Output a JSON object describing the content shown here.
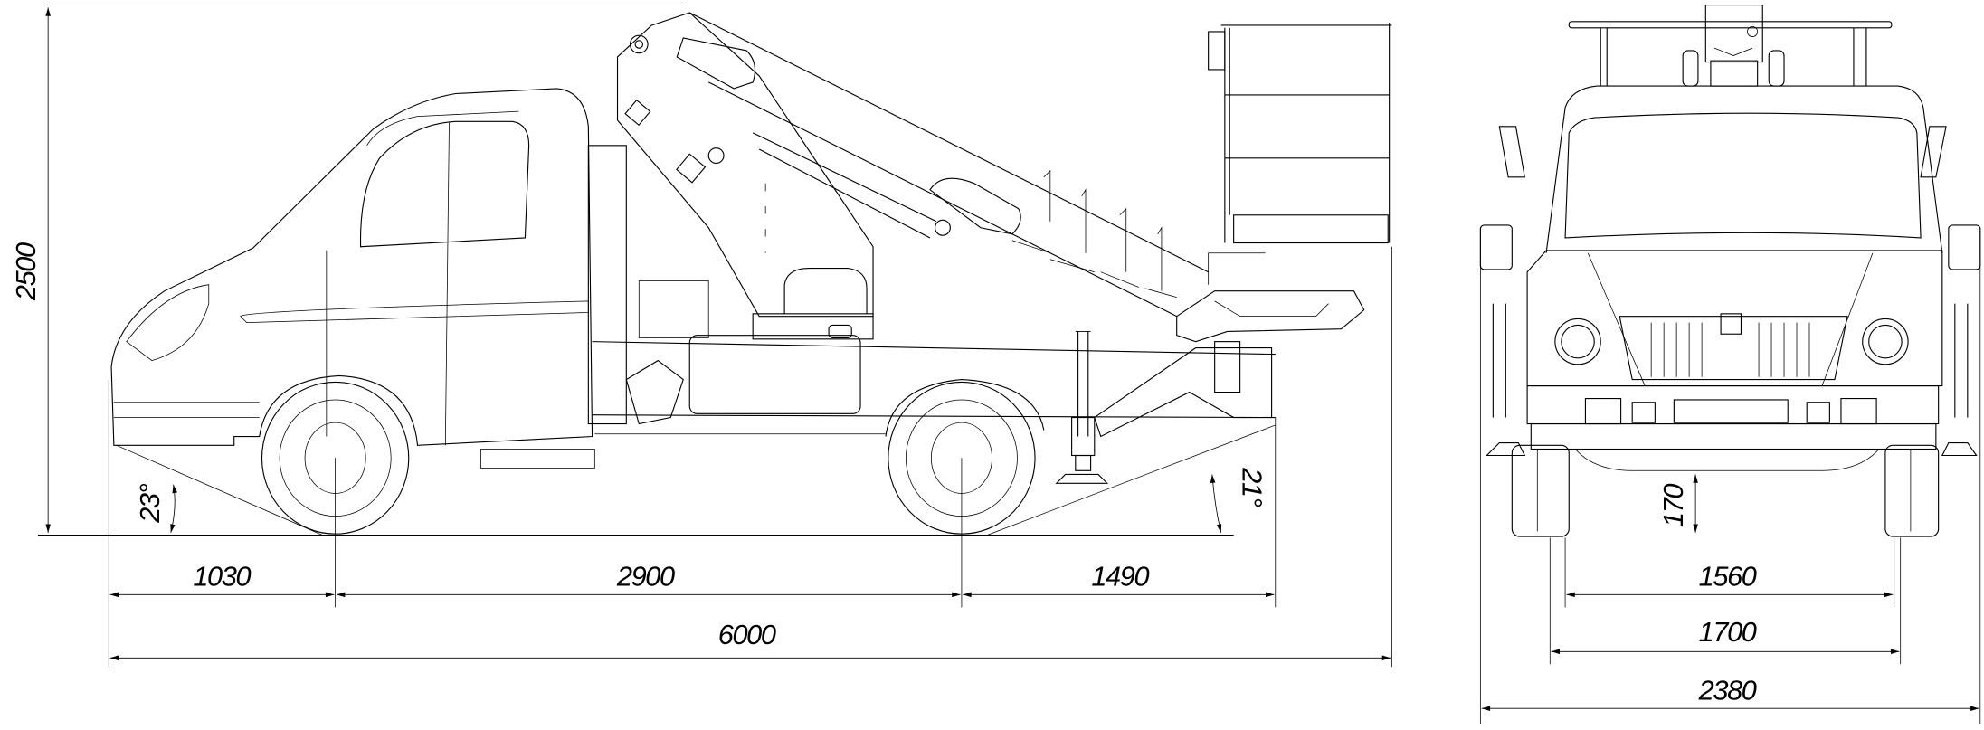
{
  "drawing": {
    "side_view": {
      "overall_height": "2500",
      "front_overhang": "1030",
      "wheelbase": "2900",
      "rear_overhang": "1490",
      "overall_length": "6000",
      "approach_angle": "23°",
      "departure_angle": "21°"
    },
    "front_view": {
      "ground_clearance": "170",
      "track_inner": "1560",
      "track": "1700",
      "overall_width": "2380"
    }
  }
}
